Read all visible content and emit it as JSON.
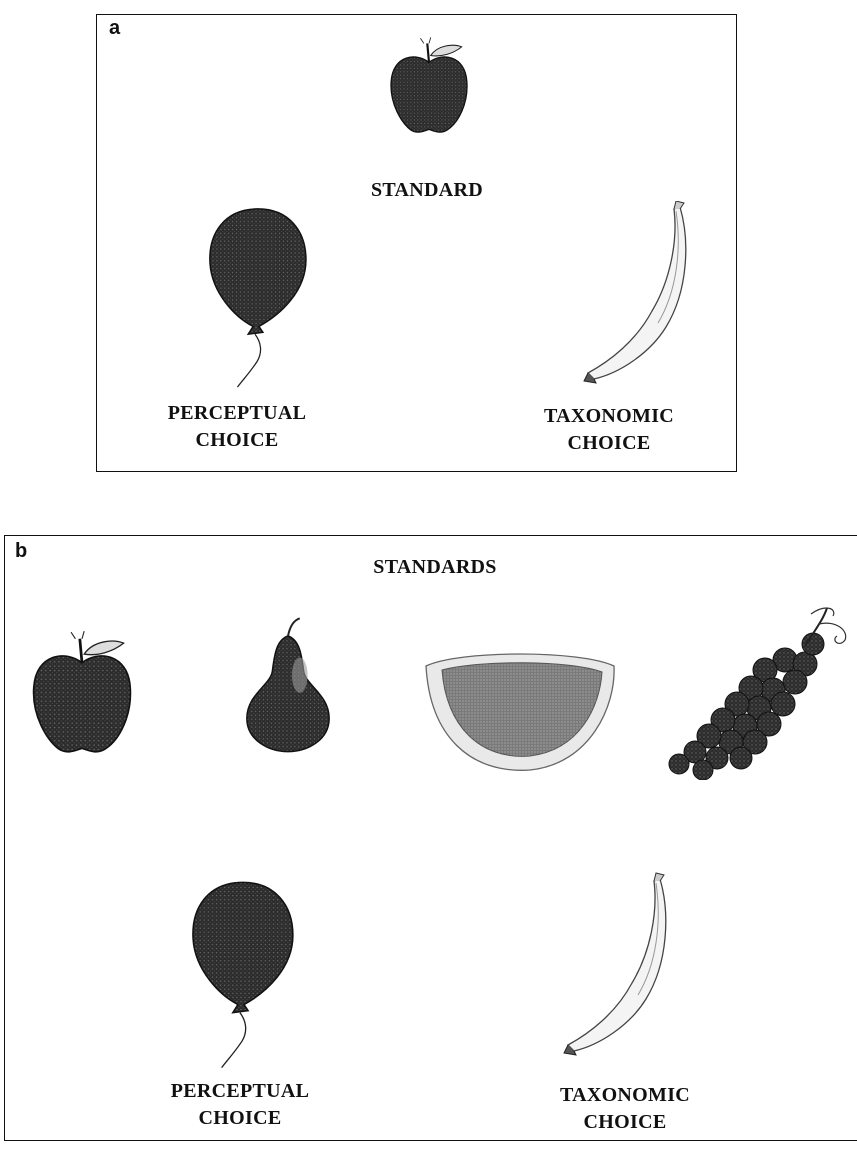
{
  "panel_a": {
    "letter": "a",
    "standard_label": "STANDARD",
    "perceptual_line1": "PERCEPTUAL",
    "perceptual_line2": "CHOICE",
    "taxonomic_line1": "TAXONOMIC",
    "taxonomic_line2": "CHOICE",
    "images": [
      "apple",
      "balloon",
      "banana"
    ]
  },
  "panel_b": {
    "letter": "b",
    "standards_label": "STANDARDS",
    "perceptual_line1": "PERCEPTUAL",
    "perceptual_line2": "CHOICE",
    "taxonomic_line1": "TAXONOMIC",
    "taxonomic_line2": "CHOICE",
    "images": [
      "apple",
      "pear",
      "watermelon-slice",
      "grapes",
      "balloon",
      "banana"
    ]
  },
  "colors": {
    "ink": "#111111",
    "fruit_dark": "#2a2a2a",
    "outline": "#555555"
  }
}
